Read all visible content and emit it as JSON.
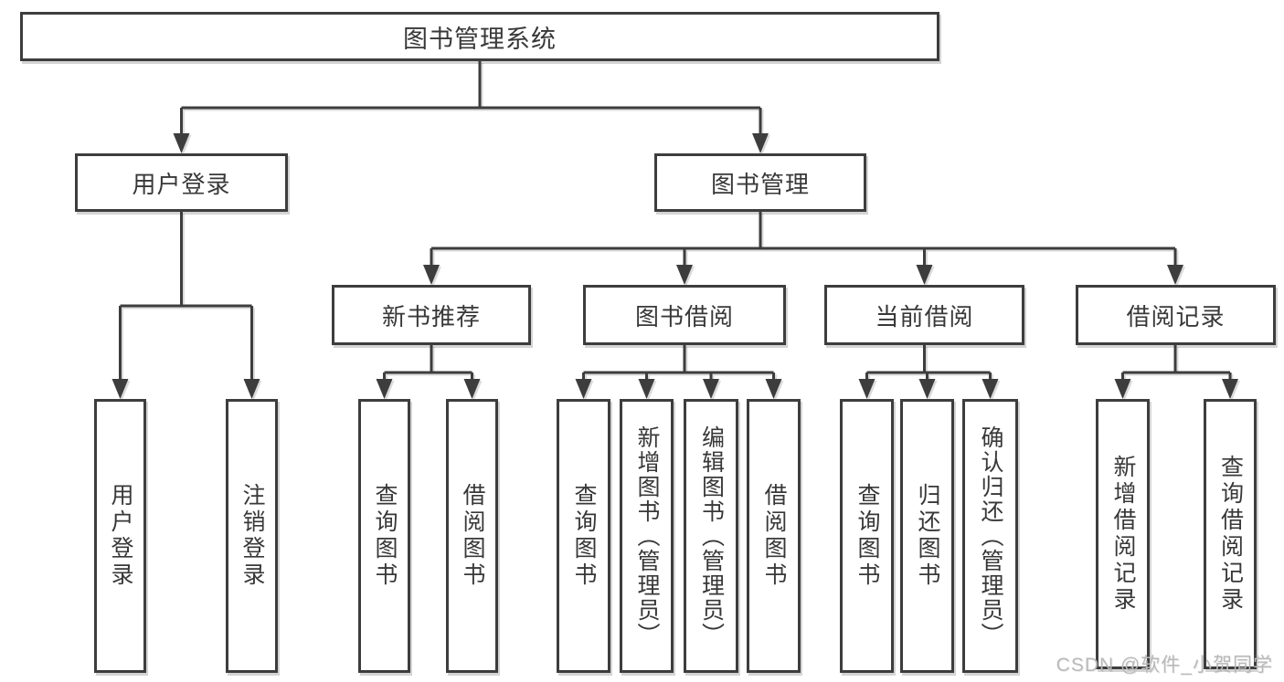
{
  "tree": {
    "root": {
      "label": "图书管理系统"
    },
    "level1": [
      {
        "label": "用户登录",
        "children": [
          {
            "label": "用户登录"
          },
          {
            "label": "注销登录"
          }
        ]
      },
      {
        "label": "图书管理",
        "children": [
          {
            "label": "新书推荐",
            "children": [
              {
                "label": "查询图书"
              },
              {
                "label": "借阅图书"
              }
            ]
          },
          {
            "label": "图书借阅",
            "children": [
              {
                "label": "查询图书"
              },
              {
                "label": "新增图书（管理员）"
              },
              {
                "label": "编辑图书（管理员）"
              },
              {
                "label": "借阅图书"
              }
            ]
          },
          {
            "label": "当前借阅",
            "children": [
              {
                "label": "查询图书"
              },
              {
                "label": "归还图书"
              },
              {
                "label": "确认归还（管理员）"
              }
            ]
          },
          {
            "label": "借阅记录",
            "children": [
              {
                "label": "新增借阅记录"
              },
              {
                "label": "查询借阅记录"
              }
            ]
          }
        ]
      }
    ]
  },
  "watermark": {
    "text": "CSDN @软件_小贺同学",
    "color": "#b9b9b9"
  },
  "colors": {
    "line": "#3d3d3d",
    "text": "#383838",
    "background": "#ffffff"
  }
}
